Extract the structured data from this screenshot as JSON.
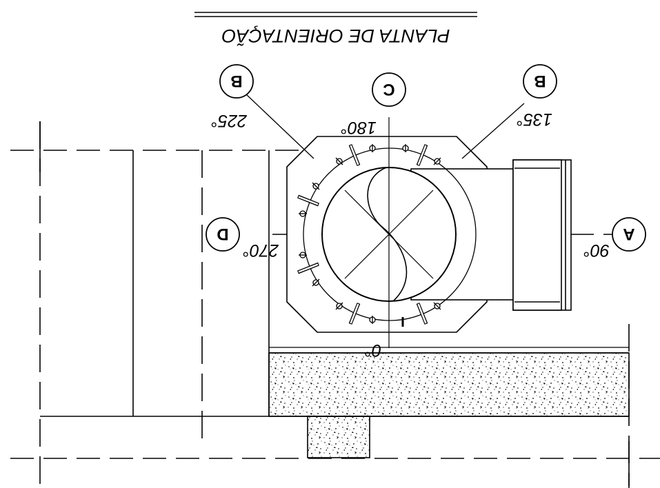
{
  "title": "PLANTA DE ORIENTAÇÃO",
  "angles": {
    "a0": "0°",
    "a90": "90°",
    "a135": "135°",
    "a180": "180°",
    "a225": "225°",
    "a270": "270°"
  },
  "markers": {
    "a": "A",
    "b_left": "B",
    "b_right": "B",
    "c": "C",
    "d": "D"
  },
  "colors": {
    "ink": "#000000",
    "paper": "#ffffff"
  }
}
